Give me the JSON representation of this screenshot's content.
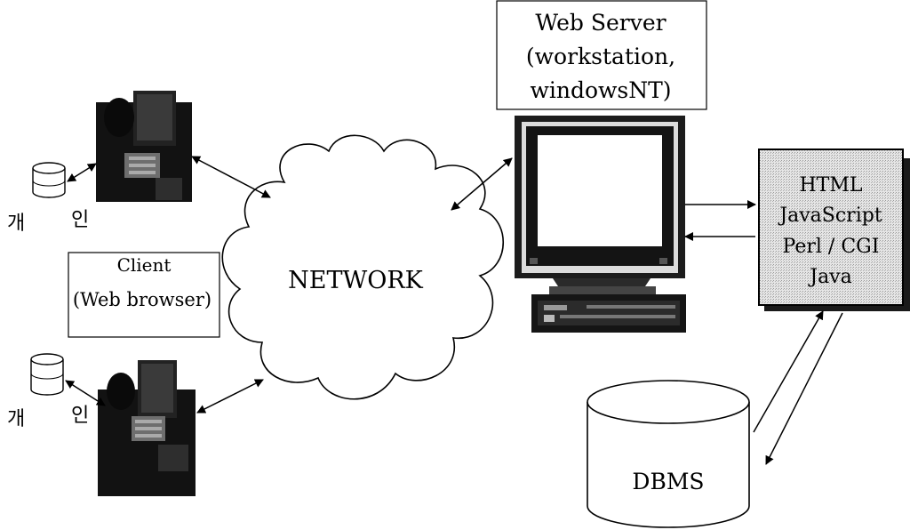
{
  "web_server": {
    "title": "Web Server",
    "line2": "(workstation,",
    "line3": "windowsNT)"
  },
  "client": {
    "line1": "Client",
    "line2": "(Web browser)"
  },
  "network": {
    "label": "NETWORK"
  },
  "tech_box": {
    "items": [
      "HTML",
      "JavaScript",
      "Perl / CGI",
      "Java"
    ]
  },
  "dbms": {
    "label": "DBMS"
  },
  "person_top": {
    "char1": "개",
    "char2": "인"
  },
  "person_bottom": {
    "char1": "개",
    "char2": "인"
  }
}
